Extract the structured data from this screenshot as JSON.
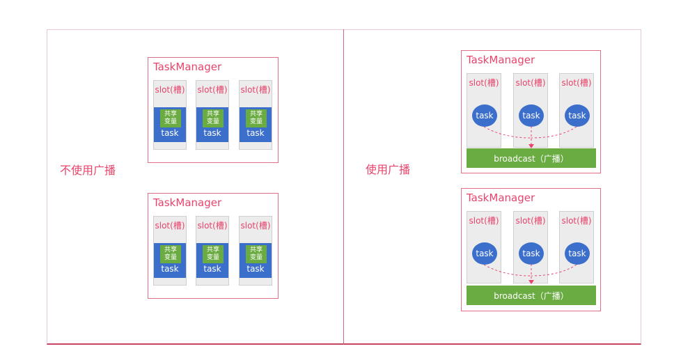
{
  "left_panel": {
    "label": "不使用广播",
    "managers": [
      {
        "title": "TaskManager",
        "slots": [
          {
            "label": "slot(槽)",
            "shared_line1": "共享",
            "shared_line2": "变量",
            "task": "task"
          },
          {
            "label": "slot(槽)",
            "shared_line1": "共享",
            "shared_line2": "变量",
            "task": "task"
          },
          {
            "label": "slot(槽)",
            "shared_line1": "共享",
            "shared_line2": "变量",
            "task": "task"
          }
        ]
      },
      {
        "title": "TaskManager",
        "slots": [
          {
            "label": "slot(槽)",
            "shared_line1": "共享",
            "shared_line2": "变量",
            "task": "task"
          },
          {
            "label": "slot(槽)",
            "shared_line1": "共享",
            "shared_line2": "变量",
            "task": "task"
          },
          {
            "label": "slot(槽)",
            "shared_line1": "共享",
            "shared_line2": "变量",
            "task": "task"
          }
        ]
      }
    ]
  },
  "right_panel": {
    "label": "使用广播",
    "managers": [
      {
        "title": "TaskManager",
        "slots": [
          {
            "label": "slot(槽)",
            "task": "task"
          },
          {
            "label": "slot(槽)",
            "task": "task"
          },
          {
            "label": "slot(槽)",
            "task": "task"
          }
        ],
        "broadcast": "broadcast（广播）"
      },
      {
        "title": "TaskManager",
        "slots": [
          {
            "label": "slot(槽)",
            "task": "task"
          },
          {
            "label": "slot(槽)",
            "task": "task"
          },
          {
            "label": "slot(槽)",
            "task": "task"
          }
        ],
        "broadcast": "broadcast（广播）"
      }
    ]
  },
  "colors": {
    "accent_red": "#e8446b",
    "task_blue": "#3c6fcb",
    "shared_green": "#6aab42",
    "slot_gray": "#ececec"
  }
}
